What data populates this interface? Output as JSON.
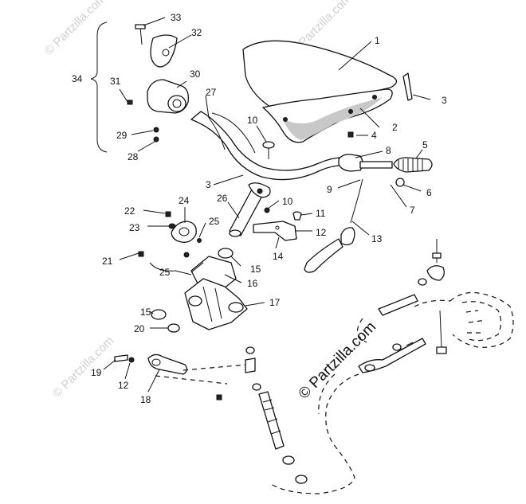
{
  "watermarks": {
    "small": "© Partzilla.com",
    "big": "© Partzilla.com"
  },
  "callouts": {
    "n1": "1",
    "n2": "2",
    "n3a": "3",
    "n3b": "3",
    "n4": "4",
    "n5": "5",
    "n6": "6",
    "n7": "7",
    "n8": "8",
    "n9": "9",
    "n10a": "10",
    "n10b": "10",
    "n11": "11",
    "n12a": "12",
    "n12b": "12",
    "n13": "13",
    "n14": "14",
    "n15a": "15",
    "n15b": "15",
    "n16": "16",
    "n17": "17",
    "n18": "18",
    "n19": "19",
    "n20": "20",
    "n21": "21",
    "n22": "22",
    "n23": "23",
    "n24": "24",
    "n25a": "25",
    "n25b": "25",
    "n26": "26",
    "n27": "27",
    "n28": "28",
    "n29": "29",
    "n30": "30",
    "n31": "31",
    "n32": "32",
    "n33": "33",
    "n34": "34"
  }
}
